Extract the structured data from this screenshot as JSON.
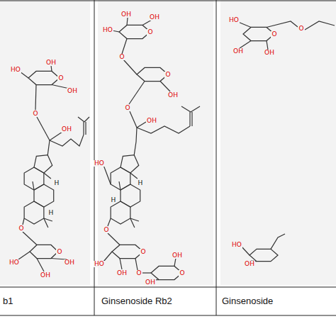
{
  "diagram": {
    "labels": [
      "HO",
      "OH",
      "O",
      "OH",
      "O",
      "OH",
      "H",
      "H",
      "O",
      "O",
      "HO",
      "OH",
      "OH",
      "HO",
      "OH",
      "OH",
      "O",
      "O",
      "O",
      "OH",
      "O",
      "OH",
      "HO",
      "H",
      "H",
      "O",
      "O",
      "HO",
      "O",
      "O",
      "OH",
      "OH",
      "OH",
      "HO",
      "OH",
      "OH",
      "O",
      "O",
      "HO",
      "OH",
      "b1",
      "Ginsenoside Rb2",
      "Ginsenoside"
    ]
  }
}
